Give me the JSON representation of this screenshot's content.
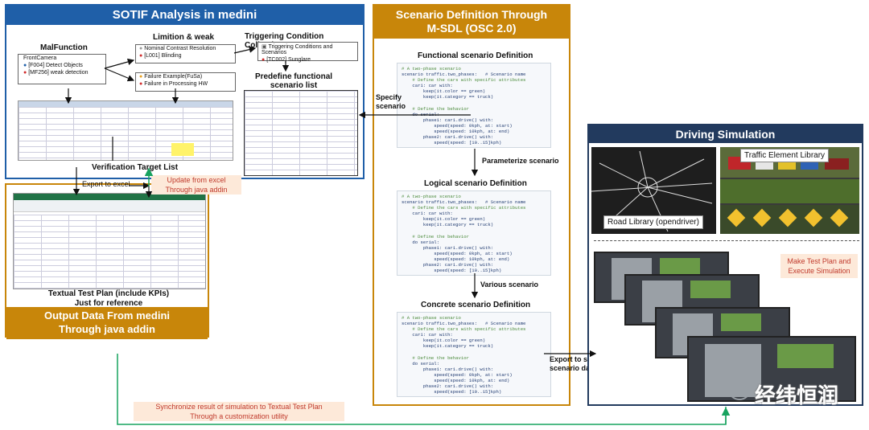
{
  "sotif": {
    "title": "SOTIF Analysis in medini",
    "malfunction": {
      "title": "MalFunction",
      "items": [
        "FrontCamera",
        "[F004] Detect Objects",
        "[MF256] weak detection"
      ]
    },
    "limitation": {
      "title": "Limition & weak",
      "items1": [
        "Nominal Contrast Resolution",
        "[L001] Blinding"
      ],
      "items2": [
        "Failure Example(FuSa)",
        "Failure in Processing HW"
      ]
    },
    "triggering": {
      "title": "Triggering Condition Collection",
      "items": [
        "Triggering Conditions and Scenarios",
        "[TC002] Sunglare"
      ]
    },
    "predefine": "Predefine functional scenario list",
    "verification": "Verification Target List"
  },
  "output": {
    "title": "Output Data From medini\nThrough java addin",
    "export": "Export to excel",
    "update": "Update from excel\nThrough java addin",
    "textual": "Textual Test Plan (include KPIs)\nJust for reference"
  },
  "msdl": {
    "title": "Scenario Definition Through\nM-SDL (OSC 2.0)",
    "functional": "Functional scenario Definition",
    "logical": "Logical scenario Definition",
    "concrete": "Concrete scenario Definition",
    "parameterize": "Parameterize scenario",
    "various": "Various scenario",
    "specify": "Specify\nscenario",
    "export_sim": "Export to simulation\nscenario data",
    "code_functional": "# A two-phase scenario\nscenario traffic.two_phases:   # Scenario name\n    # Define the cars with specific attributes\n    car1: car with:\n        keep(it.color == green)\n        keep(it.category == truck)\n\n    # Define the behavior\n    do serial:\n        phase1: car1.drive() with:\n            speed(speed: 0kph, at: start)\n            speed(speed: 10kph, at: end)\n        phase2: car1.drive() with:\n            speed(speed: [10..15]kph)",
    "code_logical": "# A two-phase scenario\nscenario traffic.two_phases:   # Scenario name\n    # Define the cars with specific attributes\n    car1: car with:\n        keep(it.color == green)\n        keep(it.category == truck)\n\n    # Define the behavior\n    do serial:\n        phase1: car1.drive() with:\n            speed(speed: 0kph, at: start)\n            speed(speed: 10kph, at: end)\n        phase2: car1.drive() with:\n            speed(speed: [10..15]kph)",
    "code_concrete": "# A two-phase scenario\nscenario traffic.two_phases:   # Scenario name\n    # Define the cars with specific attributes\n    car1: car with:\n        keep(it.color == green)\n        keep(it.category == truck)\n\n    # Define the behavior\n    do serial:\n        phase1: car1.drive() with:\n            speed(speed: 0kph, at: start)\n            speed(speed: 10kph, at: end)\n        phase2: car1.drive() with:\n            speed(speed: [10..15]kph)"
  },
  "sim": {
    "title": "Driving Simulation",
    "road": "Road Library (opendriver)",
    "traffic": "Traffic Element Library",
    "plan": "Make Test Plan and\nExecute Simulation"
  },
  "sync": "Synchronize result of simulation to Textual Test Plan\nThrough a customization utility",
  "watermark": "经纬恒润",
  "colors": {
    "blue": "#1f5fa8",
    "gold": "#c8860a",
    "green": "#17a35f",
    "red": "#d12c2c",
    "navy": "#223a5e"
  }
}
